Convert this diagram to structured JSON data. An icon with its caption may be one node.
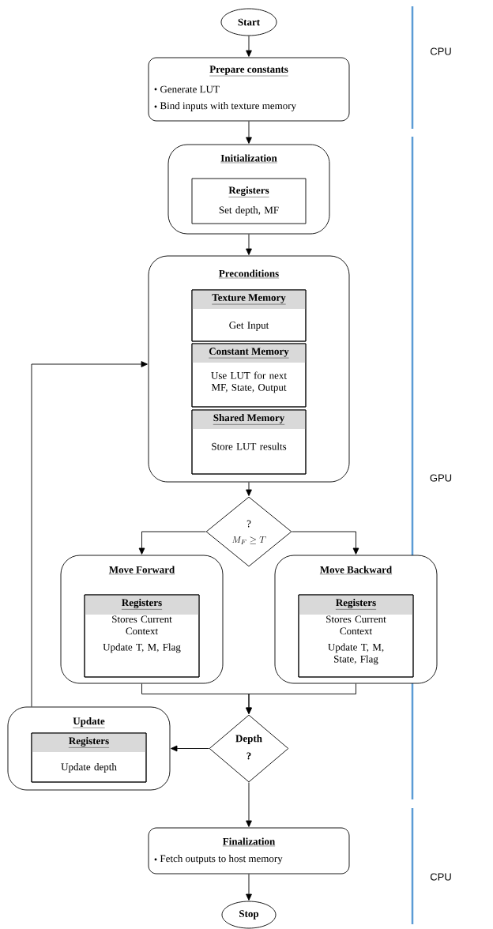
{
  "diagram": {
    "nodes": [
      {
        "text": [
          "Start"
        ]
      },
      {
        "text": [
          "Prepare constants",
          "Generate LUT",
          "Bind inputs with texture memory"
        ]
      },
      {
        "text": [
          "Initialization"
        ]
      },
      {
        "text": [
          "Registers",
          "Set depth, MF"
        ],
        "in": 2
      },
      {
        "text": [
          "Preconditions"
        ]
      },
      {
        "text": [
          "Texture Memory",
          "Get Input"
        ],
        "in": 4
      },
      {
        "text": [
          "Constant Memory",
          "Use LUT for next MF, State, Output"
        ],
        "in": 4
      },
      {
        "text": [
          "Shared Memory",
          "Store LUT results"
        ],
        "in": 4
      },
      {
        "text": [
          "?",
          "M_F \\geq T"
        ]
      },
      {
        "text": [
          "Move Forward"
        ]
      },
      {
        "text": [
          "Registers",
          "Stores Current Context",
          "Update T, M, Flag"
        ],
        "in": 9
      },
      {
        "text": [
          "Move Backward"
        ]
      },
      {
        "text": [
          "Registers",
          "Stores Current Context",
          "Update T, M, State, Flag"
        ],
        "in": 11
      },
      {
        "text": [
          "Update"
        ]
      },
      {
        "text": [
          "Registers",
          "Update depth"
        ],
        "in": 13
      },
      {
        "text": [
          "Depth",
          "?"
        ]
      },
      {
        "text": [
          "Finalization",
          "Fetch outputs to host memory"
        ]
      },
      {
        "text": [
          "Stop"
        ]
      }
    ],
    "edges": [
      {
        "from": 0,
        "to": 1,
        "arrow": "to"
      },
      {
        "from": 1,
        "to": 2,
        "arrow": "to"
      },
      {
        "from": 2,
        "to": 4,
        "arrow": "to"
      },
      {
        "from": 4,
        "to": 8,
        "arrow": "to"
      },
      {
        "from": 8,
        "to": 9,
        "arrow": "to"
      },
      {
        "from": 8,
        "to": 11,
        "arrow": "to"
      },
      {
        "from": 9,
        "to": 15,
        "arrow": "to"
      },
      {
        "from": 11,
        "to": 15,
        "arrow": "to"
      },
      {
        "from": 15,
        "to": 13,
        "arrow": "to"
      },
      {
        "from": 13,
        "to": 4,
        "arrow": "to"
      },
      {
        "from": 15,
        "to": 16,
        "arrow": "to"
      },
      {
        "from": 16,
        "to": 17,
        "arrow": "to"
      }
    ],
    "labels": [
      "CPU",
      "GPU",
      "CPU"
    ]
  }
}
